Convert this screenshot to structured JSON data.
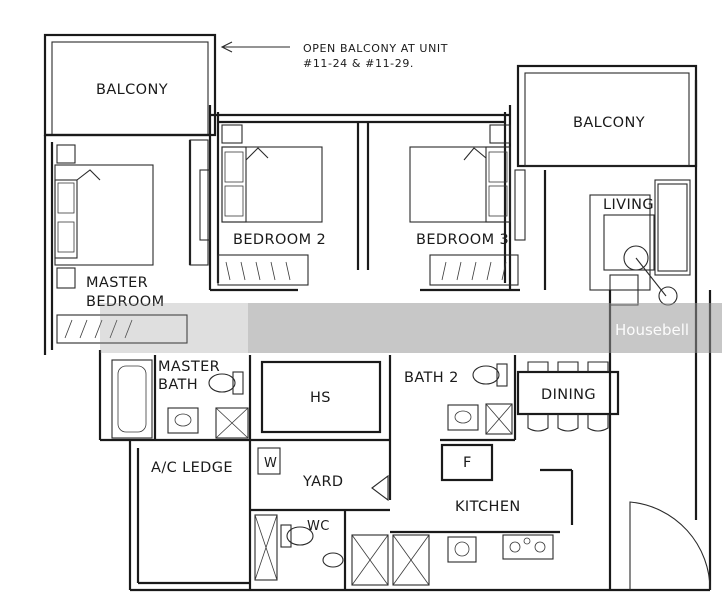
{
  "note": {
    "line1": "OPEN BALCONY AT UNIT",
    "line2": "#11-24 & #11-29."
  },
  "rooms": {
    "balcony_left": "BALCONY",
    "balcony_right": "BALCONY",
    "master_bedroom_line1": "MASTER",
    "master_bedroom_line2": "BEDROOM",
    "bedroom2": "BEDROOM 2",
    "bedroom3": "BEDROOM 3",
    "living": "LIVING",
    "master_bath_line1": "MASTER",
    "master_bath_line2": "BATH",
    "hs": "HS",
    "bath2": "BATH 2",
    "dining": "DINING",
    "ac_ledge": "A/C LEDGE",
    "yard": "YARD",
    "kitchen": "KITCHEN",
    "wc": "WC",
    "washer": "W",
    "fridge": "F"
  },
  "watermark": "Housebell"
}
